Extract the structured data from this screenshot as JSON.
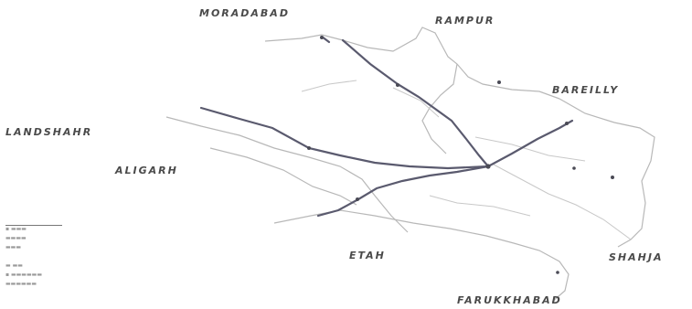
{
  "map": {
    "region_labels": {
      "moradabad": "MORADABAD",
      "rampur": "RAMPUR",
      "bareilly": "BAREILLY",
      "bulandshahr": "LANDSHAHR",
      "aligarh": "ALIGARH",
      "etah": "ETAH",
      "shahjahanpur": "SHAHJA",
      "farukkhabad": "FARUKKHABAD"
    },
    "colors": {
      "route": "#5a5a6e",
      "boundary": "#b8b8b8",
      "river": "#c4c4c4",
      "label": "#4a4a4a"
    }
  }
}
